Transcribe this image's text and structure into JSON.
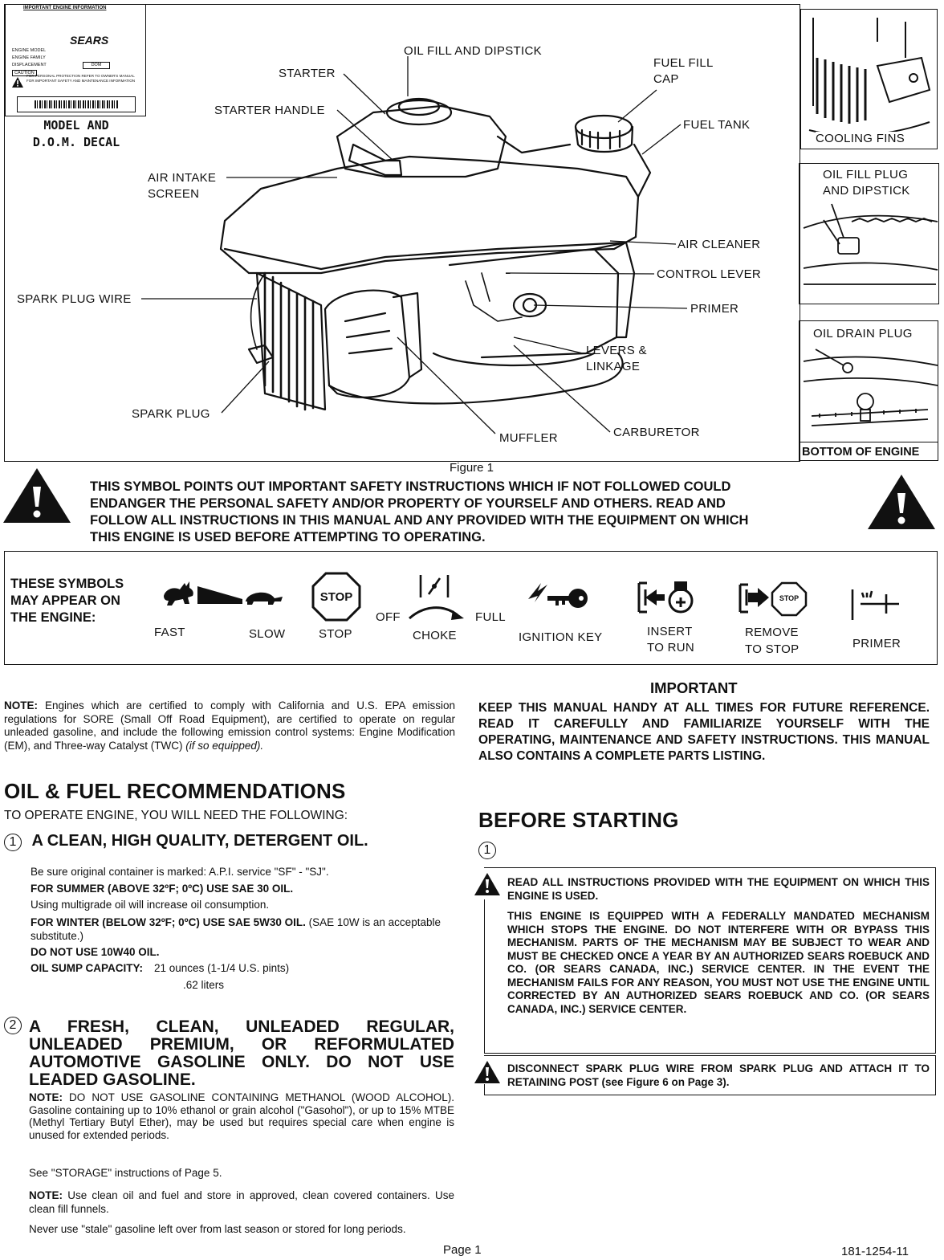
{
  "decal": {
    "title": "IMPORTANT ENGINE INFORMATION",
    "brand": "SEARS",
    "rows": [
      "ENGINE MODEL",
      "ENGINE FAMILY",
      "DISPLACEMENT"
    ],
    "dom": "DOM",
    "caution": "CAUTION",
    "fine_print": "FOR PERSONAL PROTECTION REFER TO OWNER'S MANUAL FOR IMPORTANT SAFETY AND MAINTENANCE INFORMATION",
    "caption_line1": "MODEL AND",
    "caption_line2": "D.O.M. DECAL"
  },
  "engine_labels": {
    "oil_fill_dipstick": "OIL FILL AND DIPSTICK",
    "starter": "STARTER",
    "fuel_fill_cap_1": "FUEL FILL",
    "fuel_fill_cap_2": "CAP",
    "starter_handle": "STARTER HANDLE",
    "fuel_tank": "FUEL TANK",
    "air_intake_1": "AIR INTAKE",
    "air_intake_2": "SCREEN",
    "air_cleaner": "AIR CLEANER",
    "control_lever": "CONTROL LEVER",
    "spark_plug_wire": "SPARK PLUG WIRE",
    "primer": "PRIMER",
    "levers_1": "LEVERS &",
    "levers_2": "LINKAGE",
    "spark_plug": "SPARK PLUG",
    "carburetor": "CARBURETOR",
    "muffler": "MUFFLER"
  },
  "insets": {
    "cooling_fins": "COOLING FINS",
    "oil_fill_plug_1": "OIL FILL PLUG",
    "oil_fill_plug_2": "AND DIPSTICK",
    "oil_drain_plug": "OIL DRAIN PLUG",
    "bottom_of_engine": "BOTTOM OF ENGINE"
  },
  "figure_caption": "Figure 1",
  "safety_warning": {
    "line1": "THIS SYMBOL POINTS OUT IMPORTANT SAFETY INSTRUCTIONS WHICH IF NOT FOLLOWED COULD",
    "line2": "ENDANGER THE PERSONAL SAFETY AND/OR PROPERTY OF YOURSELF AND OTHERS.  READ AND",
    "line3": "FOLLOW ALL INSTRUCTIONS IN THIS MANUAL AND ANY PROVIDED WITH THE EQUIPMENT ON WHICH",
    "line4": "THIS ENGINE IS USED BEFORE ATTEMPTING TO OPERATING."
  },
  "symbols": {
    "intro_1": "THESE SYMBOLS",
    "intro_2": "MAY APPEAR ON",
    "intro_3": "THE ENGINE:",
    "fast": "FAST",
    "slow": "SLOW",
    "stop": "STOP",
    "stop_sign": "STOP",
    "choke": "CHOKE",
    "off": "OFF",
    "full": "FULL",
    "ignition_key": "IGNITION  KEY",
    "insert_1": "INSERT",
    "insert_2": "TO RUN",
    "remove_1": "REMOVE",
    "remove_2": "TO STOP",
    "remove_sign": "STOP",
    "primer": "PRIMER"
  },
  "left": {
    "note_label": "NOTE:",
    "note_text": " Engines which are certified to comply with California and U.S. EPA emission regulations for SORE (Small Off Road Equipment), are certified to operate on regular unleaded gasoline, and include the following emission control systems: Engine Modification (EM), and Three-way Catalyst (TWC) ",
    "note_italic": "(if so equipped).",
    "heading": "OIL & FUEL RECOMMENDATIONS",
    "subtitle": "TO OPERATE ENGINE, YOU WILL NEED THE FOLLOWING:",
    "item1_num": "1",
    "item1_title": "A CLEAN, HIGH QUALITY, DETERGENT OIL.",
    "oil_1": "Be sure original container is marked: A.P.I. service \"SF\" - \"SJ\".",
    "oil_2": "FOR SUMMER (ABOVE 32ºF; 0ºC) USE SAE 30 OIL.",
    "oil_3": "Using multigrade oil will increase oil consumption.",
    "oil_4_bold": "FOR WINTER (BELOW 32ºF; 0ºC) USE SAE 5W30 OIL.",
    "oil_4_rest": " (SAE 10W is an acceptable  substitute.)",
    "oil_5": "DO NOT USE 10W40 OIL.",
    "sump_label": "OIL SUMP CAPACITY:",
    "sump_1": "21 ounces (1-1/4 U.S. pints)",
    "sump_2": ".62 liters",
    "item2_num": "2",
    "item2_title": "A FRESH, CLEAN, UNLEADED REGULAR, UNLEADED PREMIUM, OR REFORMULATED AUTOMOTIVE GASOLINE ONLY. DO NOT USE LEADED GASOLINE.",
    "gas_note_label": "NOTE:",
    "gas_note": "  DO NOT USE GASOLINE CONTAINING METHANOL (WOOD ALCOHOL).  Gasoline containing up to 10% ethanol or grain alcohol (\"Gasohol\"), or up to 15% MTBE (Methyl Tertiary Butyl Ether), may be used but requires special care when engine is unused for extended periods.",
    "storage": "See \"STORAGE\" instructions of Page 5.",
    "note2_label": "NOTE:",
    "note2": " Use clean oil and fuel and store in approved, clean covered containers. Use clean fill funnels.",
    "stale": "Never use \"stale\" gasoline left over from last season or stored for long periods."
  },
  "right": {
    "important_title": "IMPORTANT",
    "important_text": "KEEP THIS MANUAL HANDY AT ALL TIMES FOR FUTURE REFERENCE. READ IT CAREFULLY AND FAMILIARIZE YOURSELF WITH THE OPERATING, MAINTENANCE AND SAFETY INSTRUCTIONS. THIS MANUAL ALSO CONTAINS A COMPLETE PARTS LISTING.",
    "heading": "BEFORE STARTING",
    "step_num": "1",
    "warn1_a": "READ ALL INSTRUCTIONS PROVIDED WITH THE EQUIPMENT ON WHICH THIS ENGINE IS USED.",
    "warn1_b": "THIS ENGINE IS EQUIPPED WITH A FEDERALLY MANDATED MECHANISM WHICH STOPS THE ENGINE. DO NOT INTERFERE WITH OR BYPASS THIS MECHANISM. PARTS OF THE MECHANISM MAY BE SUBJECT TO WEAR AND MUST BE CHECKED ONCE A YEAR BY AN AUTHORIZED SEARS ROEBUCK AND CO. (OR SEARS CANADA, INC.) SERVICE CENTER. IN THE EVENT THE MECHANISM FAILS FOR ANY REASON, YOU MUST NOT USE THE ENGINE UNTIL CORRECTED BY AN AUTHORIZED SEARS ROEBUCK AND CO. (OR SEARS CANADA, INC.) SERVICE CENTER.",
    "warn2": "DISCONNECT SPARK PLUG WIRE FROM SPARK PLUG AND ATTACH IT TO RETAINING POST (see Figure 6 on Page 3)."
  },
  "footer": {
    "page": "Page 1",
    "doc_number": "181-1254-11"
  }
}
